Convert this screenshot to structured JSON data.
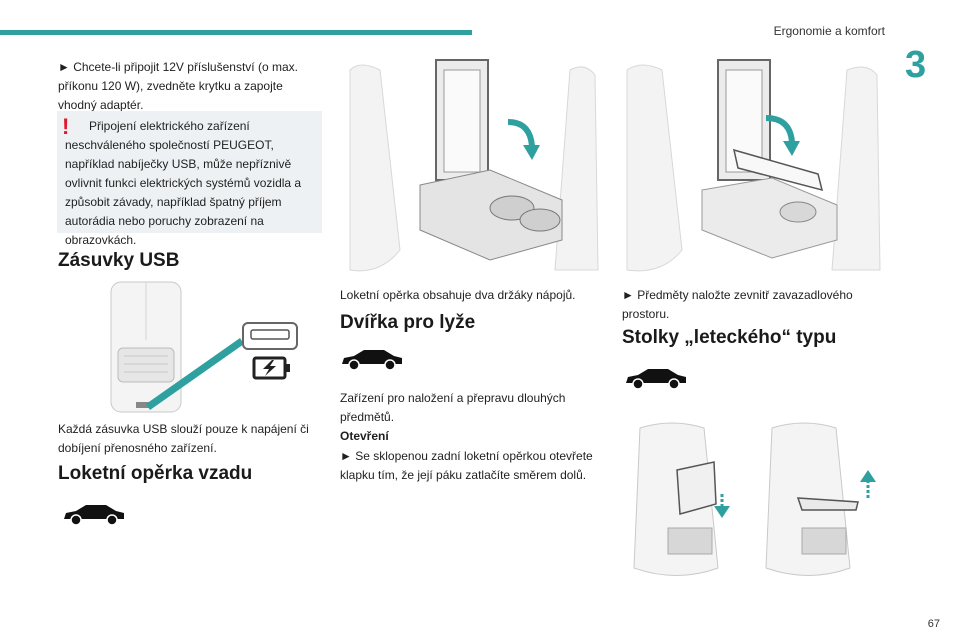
{
  "header": {
    "section_title": "Ergonomie a komfort",
    "chapter_number": "3",
    "page_number": "67"
  },
  "col1": {
    "intro": "► Chcete-li připojit 12V příslušenství (o max. příkonu 120 W), zvedněte krytku a zapojte vhodný adaptér.",
    "warning": "Připojení elektrického zařízení neschváleného společností PEUGEOT, například nabíječky USB, může nepříznivě ovlivnit funkci elektrických systémů vozidla a způsobit závady, například špatný příjem autorádia nebo poruchy zobrazení na obrazovkách.",
    "usb_heading": "Zásuvky USB",
    "usb_text": "Každá zásuvka USB slouží pouze k napájení či dobíjení přenosného zařízení.",
    "armrest_heading": "Loketní opěrka vzadu"
  },
  "col2": {
    "armrest_caption": "Loketní opěrka obsahuje dva držáky nápojů.",
    "ski_heading": "Dvířka pro lyže",
    "ski_text": "Zařízení pro naložení a přepravu dlouhých předmětů.",
    "opening_label": "Otevření",
    "opening_text": "► Se sklopenou zadní loketní opěrkou otevřete klapku tím, že její páku zatlačíte směrem dolů."
  },
  "col3": {
    "storage_text": "► Předměty naložte zevnitř zavazadlového prostoru.",
    "tables_heading": "Stolky „leteckého“ typu"
  },
  "colors": {
    "accent": "#2fa0a0",
    "warning": "#e0182d",
    "warning_bg": "#eef1f3"
  },
  "icons": [
    "car-silhouette-icon",
    "warning-exclamation-icon",
    "usb-socket-icon",
    "charging-icon"
  ]
}
